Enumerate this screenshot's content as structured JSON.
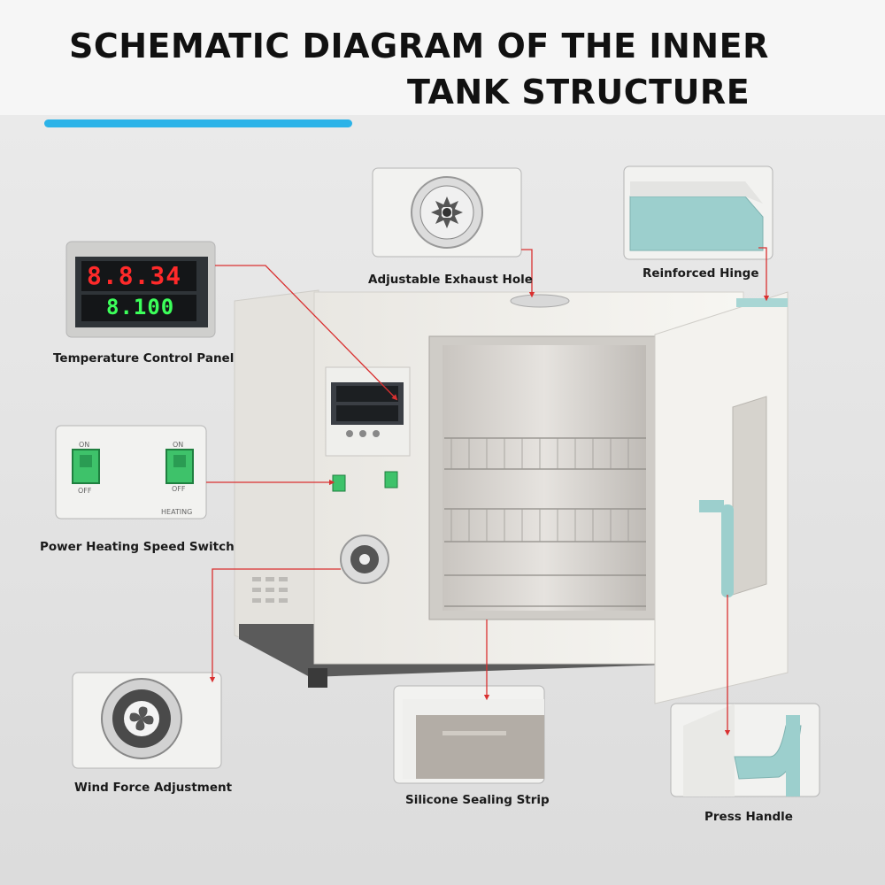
{
  "title": {
    "line1": "SCHEMATIC DIAGRAM OF THE INNER",
    "line2": "TANK STRUCTURE"
  },
  "accent_color": "#2cb3e8",
  "arrow_color": "#d93030",
  "callouts": {
    "exhaust": "Adjustable Exhaust Hole",
    "hinge": "Reinforced Hinge",
    "temperature": "Temperature Control Panel",
    "switch": "Power Heating Speed Switch",
    "wind": "Wind Force Adjustment",
    "seal": "Silicone Sealing Strip",
    "handle": "Press Handle"
  },
  "control_panel": {
    "top_display": "8.8.34",
    "bottom_display": "8.100"
  },
  "switches": {
    "on_label": "ON",
    "off_label": "OFF",
    "heating_label": "HEATING"
  },
  "icons": [
    "exhaust-vent-icon",
    "fan-icon",
    "arrow-icon"
  ]
}
